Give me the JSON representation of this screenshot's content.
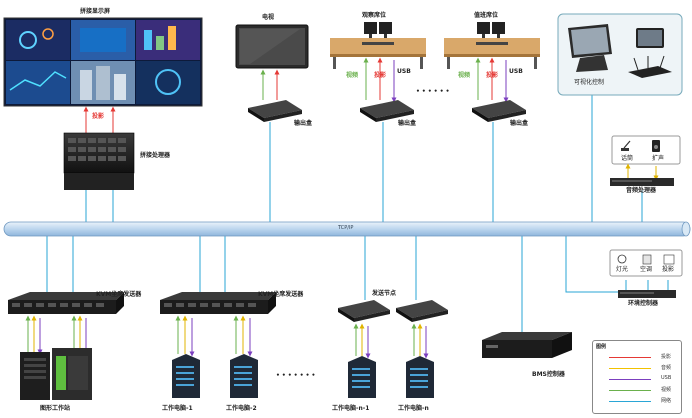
{
  "labels": {
    "display_wall": "拼接显示屏",
    "tv": "电视",
    "bench_left": "观察席位",
    "bench_right": "值班席位",
    "mobile_control": "可视化控制",
    "splicer": "拼接处理器",
    "output_box_1": "输出盒",
    "output_box_2": "输出盒",
    "output_box_3": "输出盒",
    "audio_processor": "音频处理器",
    "mic": "话筒",
    "speaker": "扩声",
    "network": "TCP/IP",
    "kvm_sender_1": "KVM坐席发送器",
    "kvm_sender_2": "KVM坐席发送器",
    "send_node": "发送节点",
    "env_controller": "环境控制器",
    "light": "灯光",
    "aircon": "空调",
    "projection": "投影",
    "central_control": "BMS控制器",
    "workstation_graphic": "图形工作站",
    "workstation_1": "工作电脑-1",
    "workstation_2": "工作电脑-2",
    "workstation_n1": "工作电脑-n-1",
    "workstation_n": "工作电脑-n",
    "ellipsis_top": "• • • • • •",
    "ellipsis_bottom": "• • • • • • •"
  },
  "signals": {
    "display": "投影",
    "audio": "音频",
    "video": "视频",
    "usb": "USB"
  },
  "legend": {
    "title": "图例",
    "items": [
      {
        "label": "投影",
        "color": "#e53935"
      },
      {
        "label": "音频",
        "color": "#f2c200"
      },
      {
        "label": "USB",
        "color": "#7b3fbf"
      },
      {
        "label": "视频",
        "color": "#6ab04c"
      },
      {
        "label": "网络",
        "color": "#2aa6d6"
      }
    ]
  },
  "colors": {
    "network": "#2aa6d6",
    "red": "#e53935",
    "green": "#6ab04c",
    "purple": "#7b3fbf",
    "yellow": "#f2c200"
  }
}
